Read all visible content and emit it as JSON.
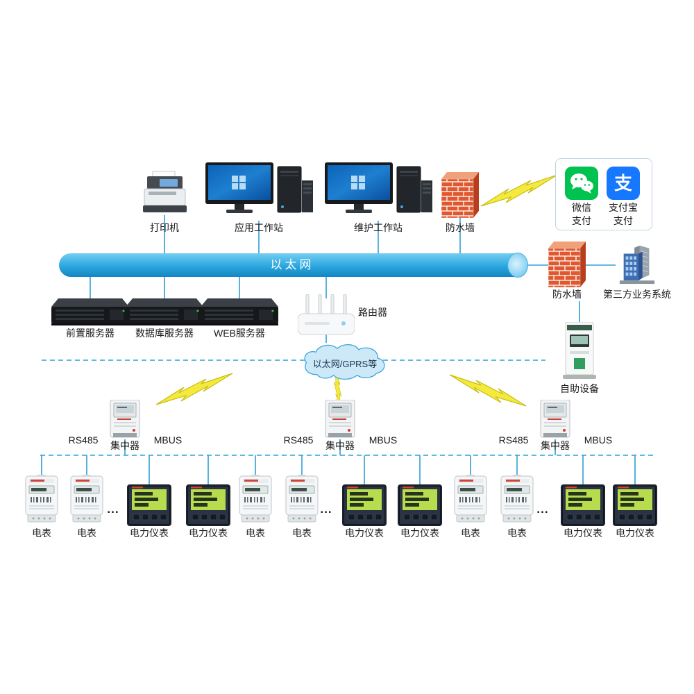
{
  "colors": {
    "connector_blue": "#2e9fd8",
    "bus_blue": "#2ba6df",
    "lightning_yellow": "#f4ea3d",
    "firewall_brick_orange": "#e2582e",
    "wechat_green": "#00c250",
    "alipay_blue": "#1678ff",
    "cloud_fill": "#cde9f8"
  },
  "nodes": {
    "printer": {
      "label": "打印机",
      "icon": "printer-icon"
    },
    "app_workstation": {
      "label": "应用工作站",
      "icon": "workstation-icon"
    },
    "maintenance_workstation": {
      "label": "维护工作站",
      "icon": "workstation-icon"
    },
    "firewall_top": {
      "label": "防水墙",
      "icon": "firewall-brick-wall-icon"
    },
    "wechat_pay": {
      "line1": "微信",
      "line2": "支付",
      "icon": "wechat-pay-icon"
    },
    "alipay": {
      "line1": "支付宝",
      "line2": "支付",
      "glyph": "支",
      "icon": "alipay-icon"
    },
    "ethernet_bus": {
      "label": "以太网"
    },
    "firewall_right": {
      "label": "防水墙",
      "icon": "firewall-brick-wall-icon"
    },
    "third_party_system": {
      "label": "第三方业务系统",
      "icon": "building-icon"
    },
    "front_server": {
      "label": "前置服务器",
      "icon": "rack-server-icon"
    },
    "database_server": {
      "label": "数据库服务器",
      "icon": "rack-server-icon"
    },
    "web_server": {
      "label": "WEB服务器",
      "icon": "rack-server-icon"
    },
    "router": {
      "label": "路由器",
      "icon": "wifi-router-icon"
    },
    "cloud": {
      "label": "以太网/GPRS等",
      "icon": "network-cloud-icon"
    },
    "kiosk": {
      "label": "自助设备",
      "icon": "self-service-kiosk-icon"
    }
  },
  "concentrators": [
    {
      "rs485": "RS485",
      "label": "集中器",
      "mbus": "MBUS"
    },
    {
      "rs485": "RS485",
      "label": "集中器",
      "mbus": "MBUS"
    },
    {
      "rs485": "RS485",
      "label": "集中器",
      "mbus": "MBUS"
    }
  ],
  "meter_groups": [
    {
      "meter1": "电表",
      "meter2": "电表",
      "ellipsis": "...",
      "power_meter1": "电力仪表",
      "power_meter2": "电力仪表"
    },
    {
      "meter1": "电表",
      "meter2": "电表",
      "ellipsis": "...",
      "power_meter1": "电力仪表",
      "power_meter2": "电力仪表"
    },
    {
      "meter1": "电表",
      "meter2": "电表",
      "ellipsis": "...",
      "power_meter1": "电力仪表",
      "power_meter2": "电力仪表"
    }
  ]
}
